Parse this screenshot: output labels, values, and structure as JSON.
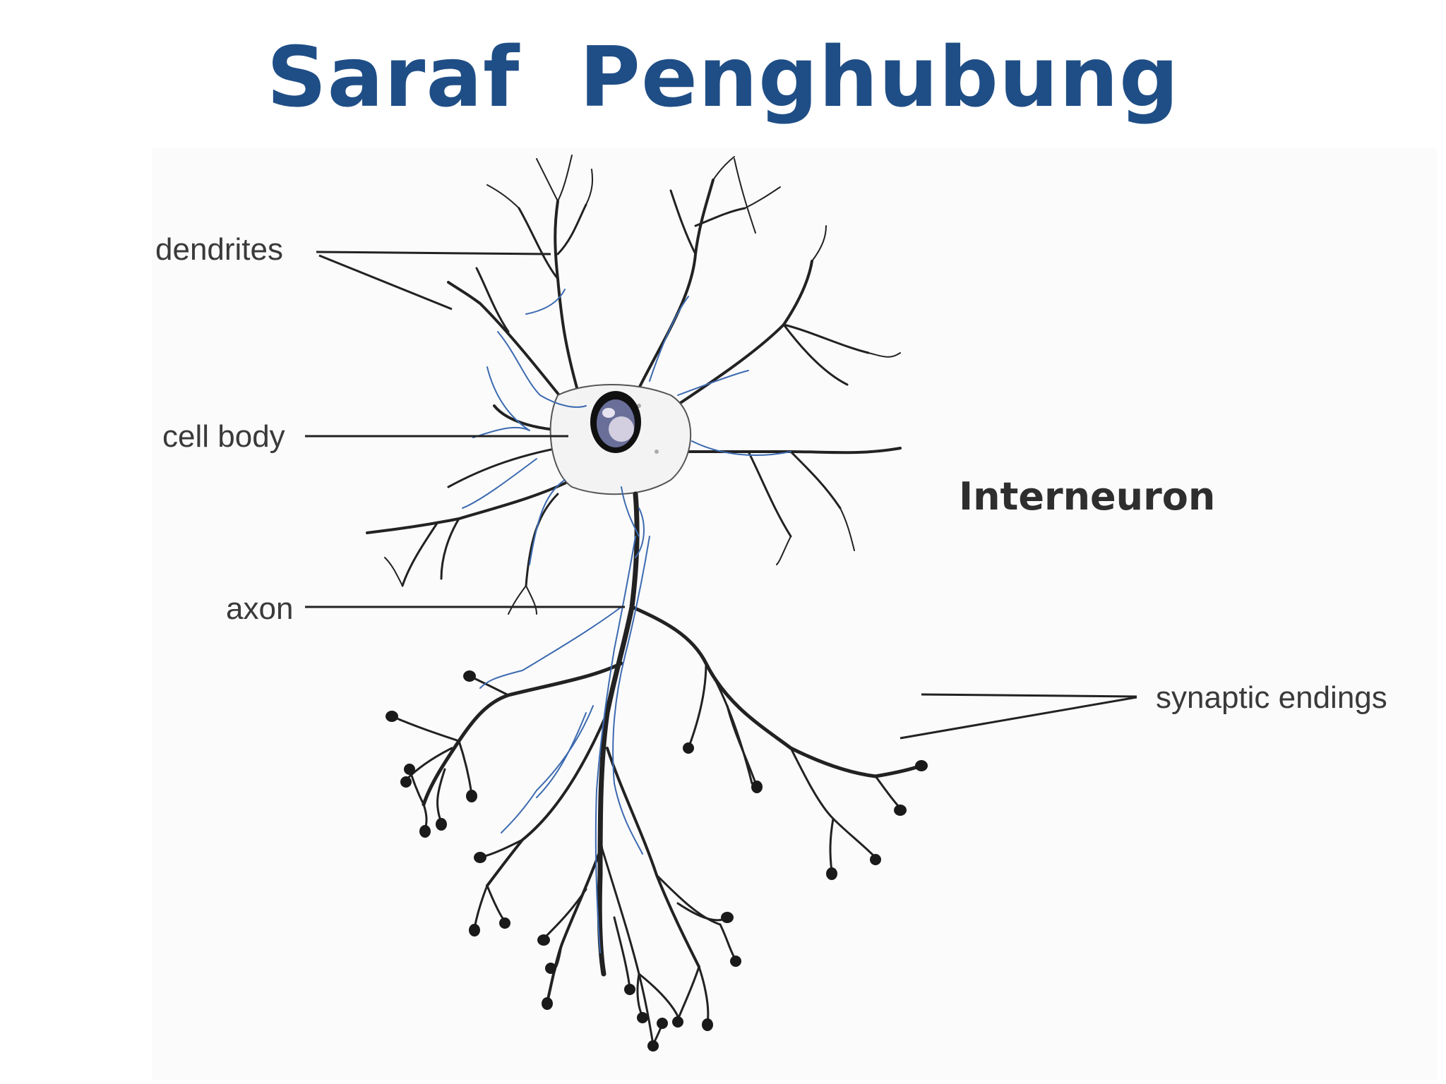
{
  "title": "Saraf  Penghubung",
  "caption": "Interneuron",
  "labels": {
    "dendrites": "dendrites",
    "cell_body": "cell body",
    "axon": "axon",
    "synaptic_endings": "synaptic endings"
  },
  "colors": {
    "title": "#1f4e86",
    "outline_highlight": "#3c6ab0",
    "drawing": "#222222"
  }
}
